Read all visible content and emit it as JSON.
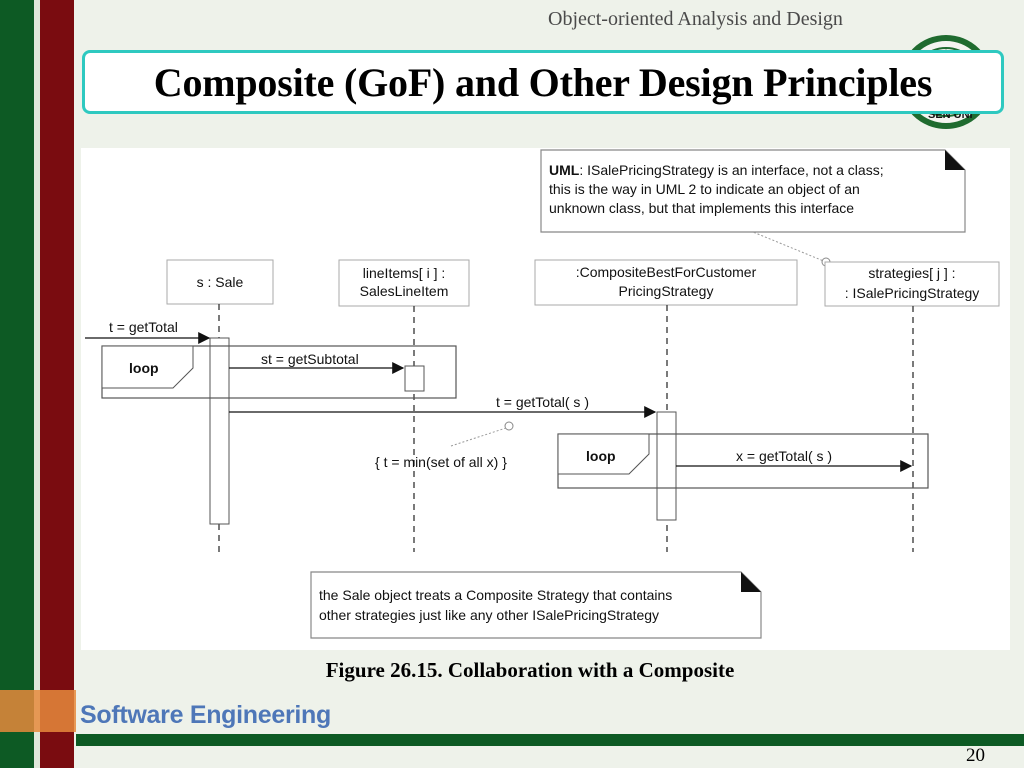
{
  "header": {
    "course_title": "Object-oriented Analysis and Design",
    "slide_title": "Composite (GoF) and Other Design Principles"
  },
  "diagram": {
    "lifelines": [
      {
        "line1": "s : Sale",
        "line2": ""
      },
      {
        "line1": "lineItems[ i ] :",
        "line2": "SalesLineItem"
      },
      {
        "line1": ":CompositeBestForCustomer",
        "line2": "PricingStrategy"
      },
      {
        "line1": "strategies[ j ] :",
        "line2": ": ISalePricingStrategy"
      }
    ],
    "messages": [
      "t = getTotal",
      "st = getSubtotal",
      "t = getTotal( s )",
      "x = getTotal( s )"
    ],
    "fragments": [
      "loop",
      "loop"
    ],
    "constraint": "{ t = min(set of all x) }",
    "notes": {
      "uml_bold": "UML",
      "uml_line1": ": ISalePricingStrategy is an interface, not a class;",
      "uml_line2": "this is the way in UML 2 to indicate an object of an",
      "uml_line3": "unknown class, but that implements this interface",
      "sale_line1": "the Sale object treats a Composite Strategy that contains",
      "sale_line2": "other strategies just like any other ISalePricingStrategy"
    }
  },
  "caption": "Figure 26.15. Collaboration with a Composite",
  "footer": {
    "label": "Software Engineering",
    "page_number": "20"
  },
  "logo": {
    "text": "SEN UNI"
  },
  "colors": {
    "green": "#0d5a24",
    "red": "#7a0c10",
    "orange": "#e68a3c",
    "title_border": "#2ec9c0",
    "footer_text": "#4e77b8"
  }
}
